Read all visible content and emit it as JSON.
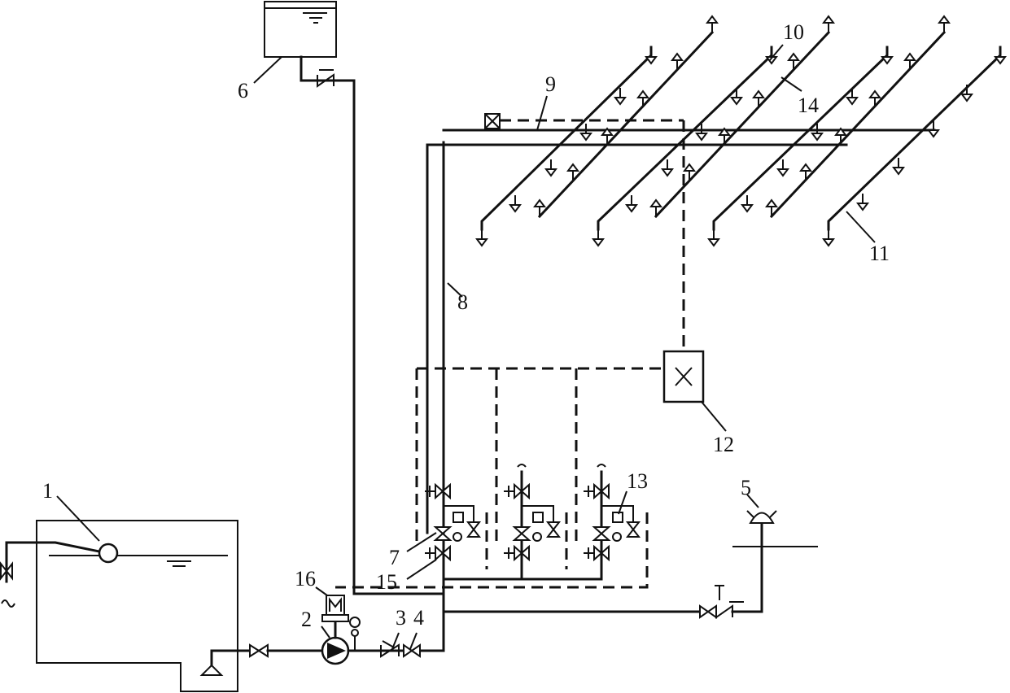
{
  "diagram": {
    "labels": {
      "l1": "1",
      "l2": "2",
      "l3": "3",
      "l4": "4",
      "l5": "5",
      "l6": "6",
      "l7": "7",
      "l8": "8",
      "l9": "9",
      "l10": "10",
      "l11": "11",
      "l12": "12",
      "l13": "13",
      "l14": "14",
      "l15": "15",
      "l16": "16"
    },
    "icons": [
      "gate-valve-icon",
      "check-valve-icon",
      "pump-icon",
      "motor-icon",
      "sprinkler-head-icon",
      "alarm-bell-icon",
      "control-box-icon",
      "pressure-gauge-icon",
      "float-valve-icon"
    ]
  }
}
